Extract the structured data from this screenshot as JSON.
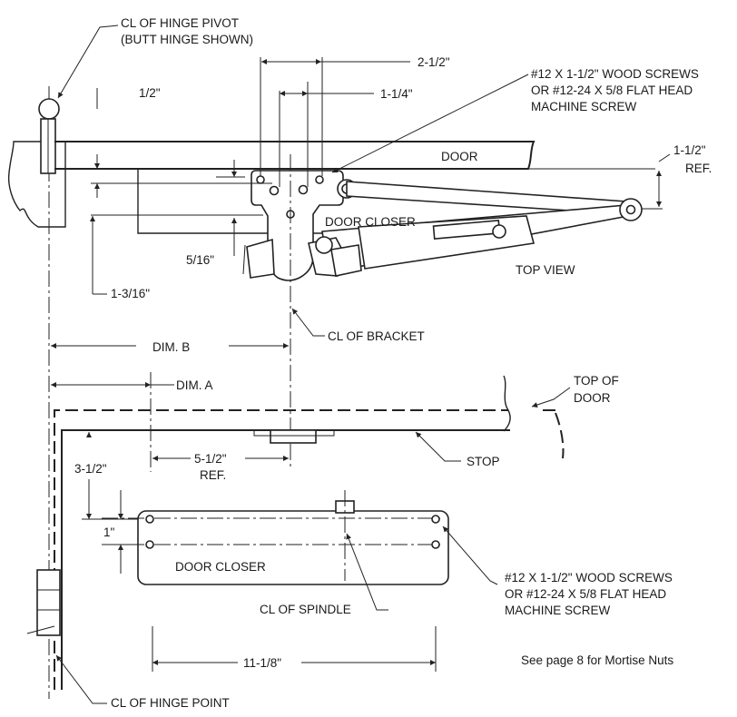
{
  "labels": {
    "hinge_pivot_1": "CL OF HINGE PIVOT",
    "hinge_pivot_2": "(BUTT HINGE SHOWN)",
    "dim_2_1_2": "2-1/2\"",
    "dim_1_2": "1/2\"",
    "dim_1_1_4": "1-1/4\"",
    "screws_top_1": "#12 X 1-1/2\" WOOD SCREWS",
    "screws_top_2": "OR #12-24 X 5/8 FLAT HEAD",
    "screws_top_3": "MACHINE SCREW",
    "door": "DOOR",
    "dim_1_1_2": "1-1/2\"",
    "ref_top": "REF.",
    "door_closer_top": "DOOR CLOSER",
    "dim_5_16": "5/16\"",
    "top_view": "TOP VIEW",
    "dim_1_3_16": "1-3/16\"",
    "bracket": "CL OF BRACKET",
    "dim_b": "DIM. B",
    "dim_a": "DIM. A",
    "top_of_door_1": "TOP OF",
    "top_of_door_2": "DOOR",
    "dim_3_1_2": "3-1/2\"",
    "dim_5_1_2": "5-1/2\"",
    "ref_mid": "REF.",
    "stop": "STOP",
    "dim_1": "1\"",
    "door_closer_bottom": "DOOR CLOSER",
    "screws_bottom_1": "#12 X 1-1/2\" WOOD SCREWS",
    "screws_bottom_2": "OR #12-24 X 5/8 FLAT HEAD",
    "screws_bottom_3": "MACHINE SCREW",
    "spindle": "CL OF SPINDLE",
    "dim_11_1_8": "11-1/8\"",
    "see_page": "See page 8 for Mortise Nuts",
    "hinge_point": "CL OF HINGE POINT"
  }
}
